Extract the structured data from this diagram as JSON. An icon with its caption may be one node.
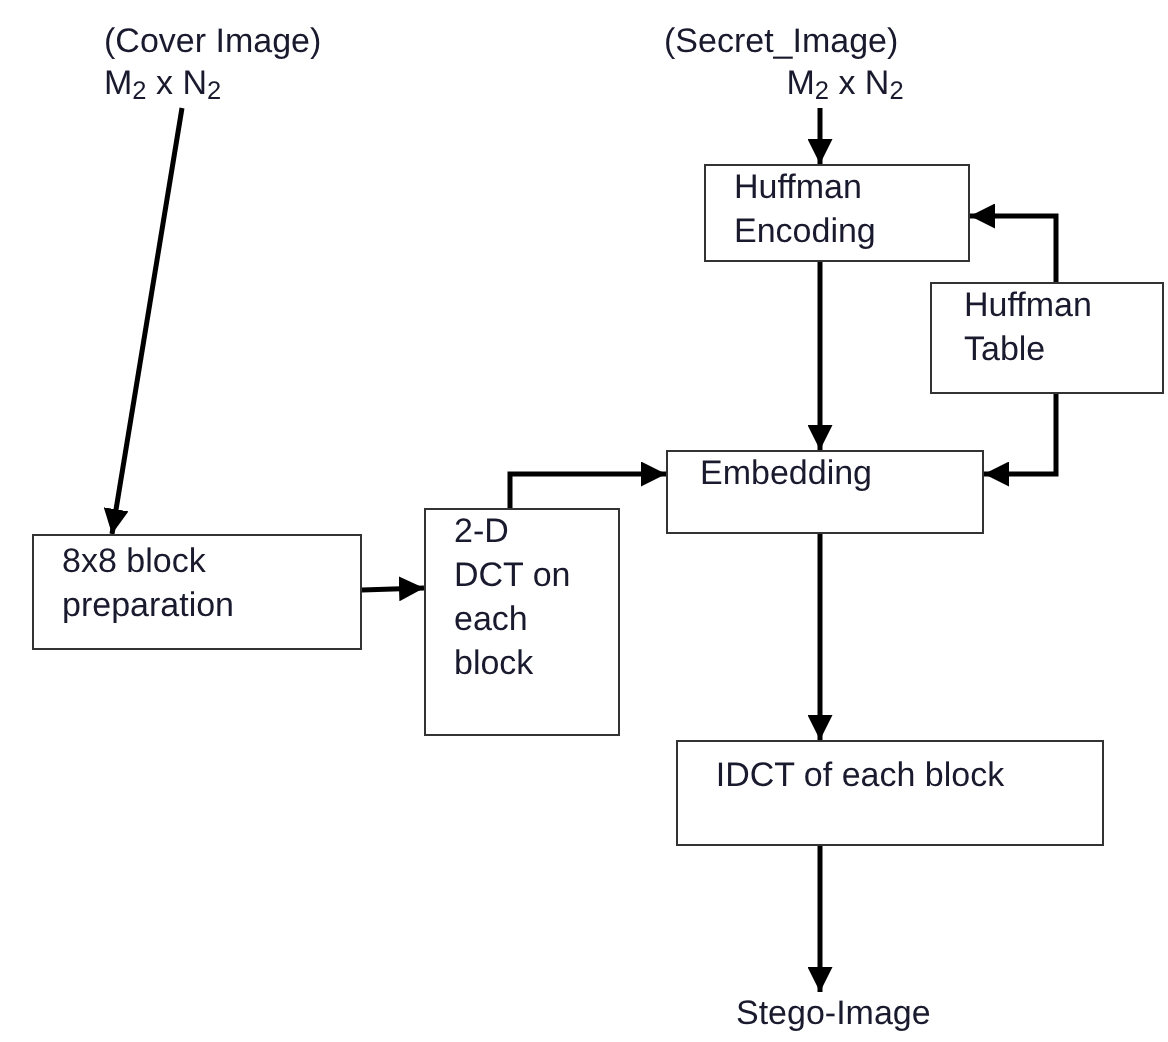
{
  "diagram": {
    "nodes": [
      {
        "text": [
          "(Cover  Image)",
          "M$_{2}$ x N$_{2}$"
        ]
      },
      {
        "text": [
          "(Secret_Image)",
          "M$_{2}$ x N$_{2}$"
        ]
      },
      {
        "text": [
          "Huffman Encoding"
        ]
      },
      {
        "text": [
          "Huffman Table"
        ]
      },
      {
        "text": [
          "Embedding"
        ]
      },
      {
        "text": [
          "8x8 block preparation"
        ]
      },
      {
        "text": [
          "2-D DCT on each block"
        ]
      },
      {
        "text": [
          "IDCT of each block"
        ]
      },
      {
        "text": [
          "Stego-Image"
        ]
      }
    ],
    "edges": [
      {
        "from": 0,
        "to": 5,
        "arrow": "to"
      },
      {
        "from": 1,
        "to": 2,
        "arrow": "to"
      },
      {
        "from": 3,
        "to": 2,
        "arrow": "to"
      },
      {
        "from": 2,
        "to": 4,
        "arrow": "to"
      },
      {
        "from": 3,
        "to": 4,
        "arrow": "to"
      },
      {
        "from": 5,
        "to": 6,
        "arrow": "to"
      },
      {
        "from": 6,
        "to": 4,
        "arrow": "to"
      },
      {
        "from": 4,
        "to": 7,
        "arrow": "to"
      },
      {
        "from": 7,
        "to": 8,
        "arrow": "to"
      }
    ]
  }
}
